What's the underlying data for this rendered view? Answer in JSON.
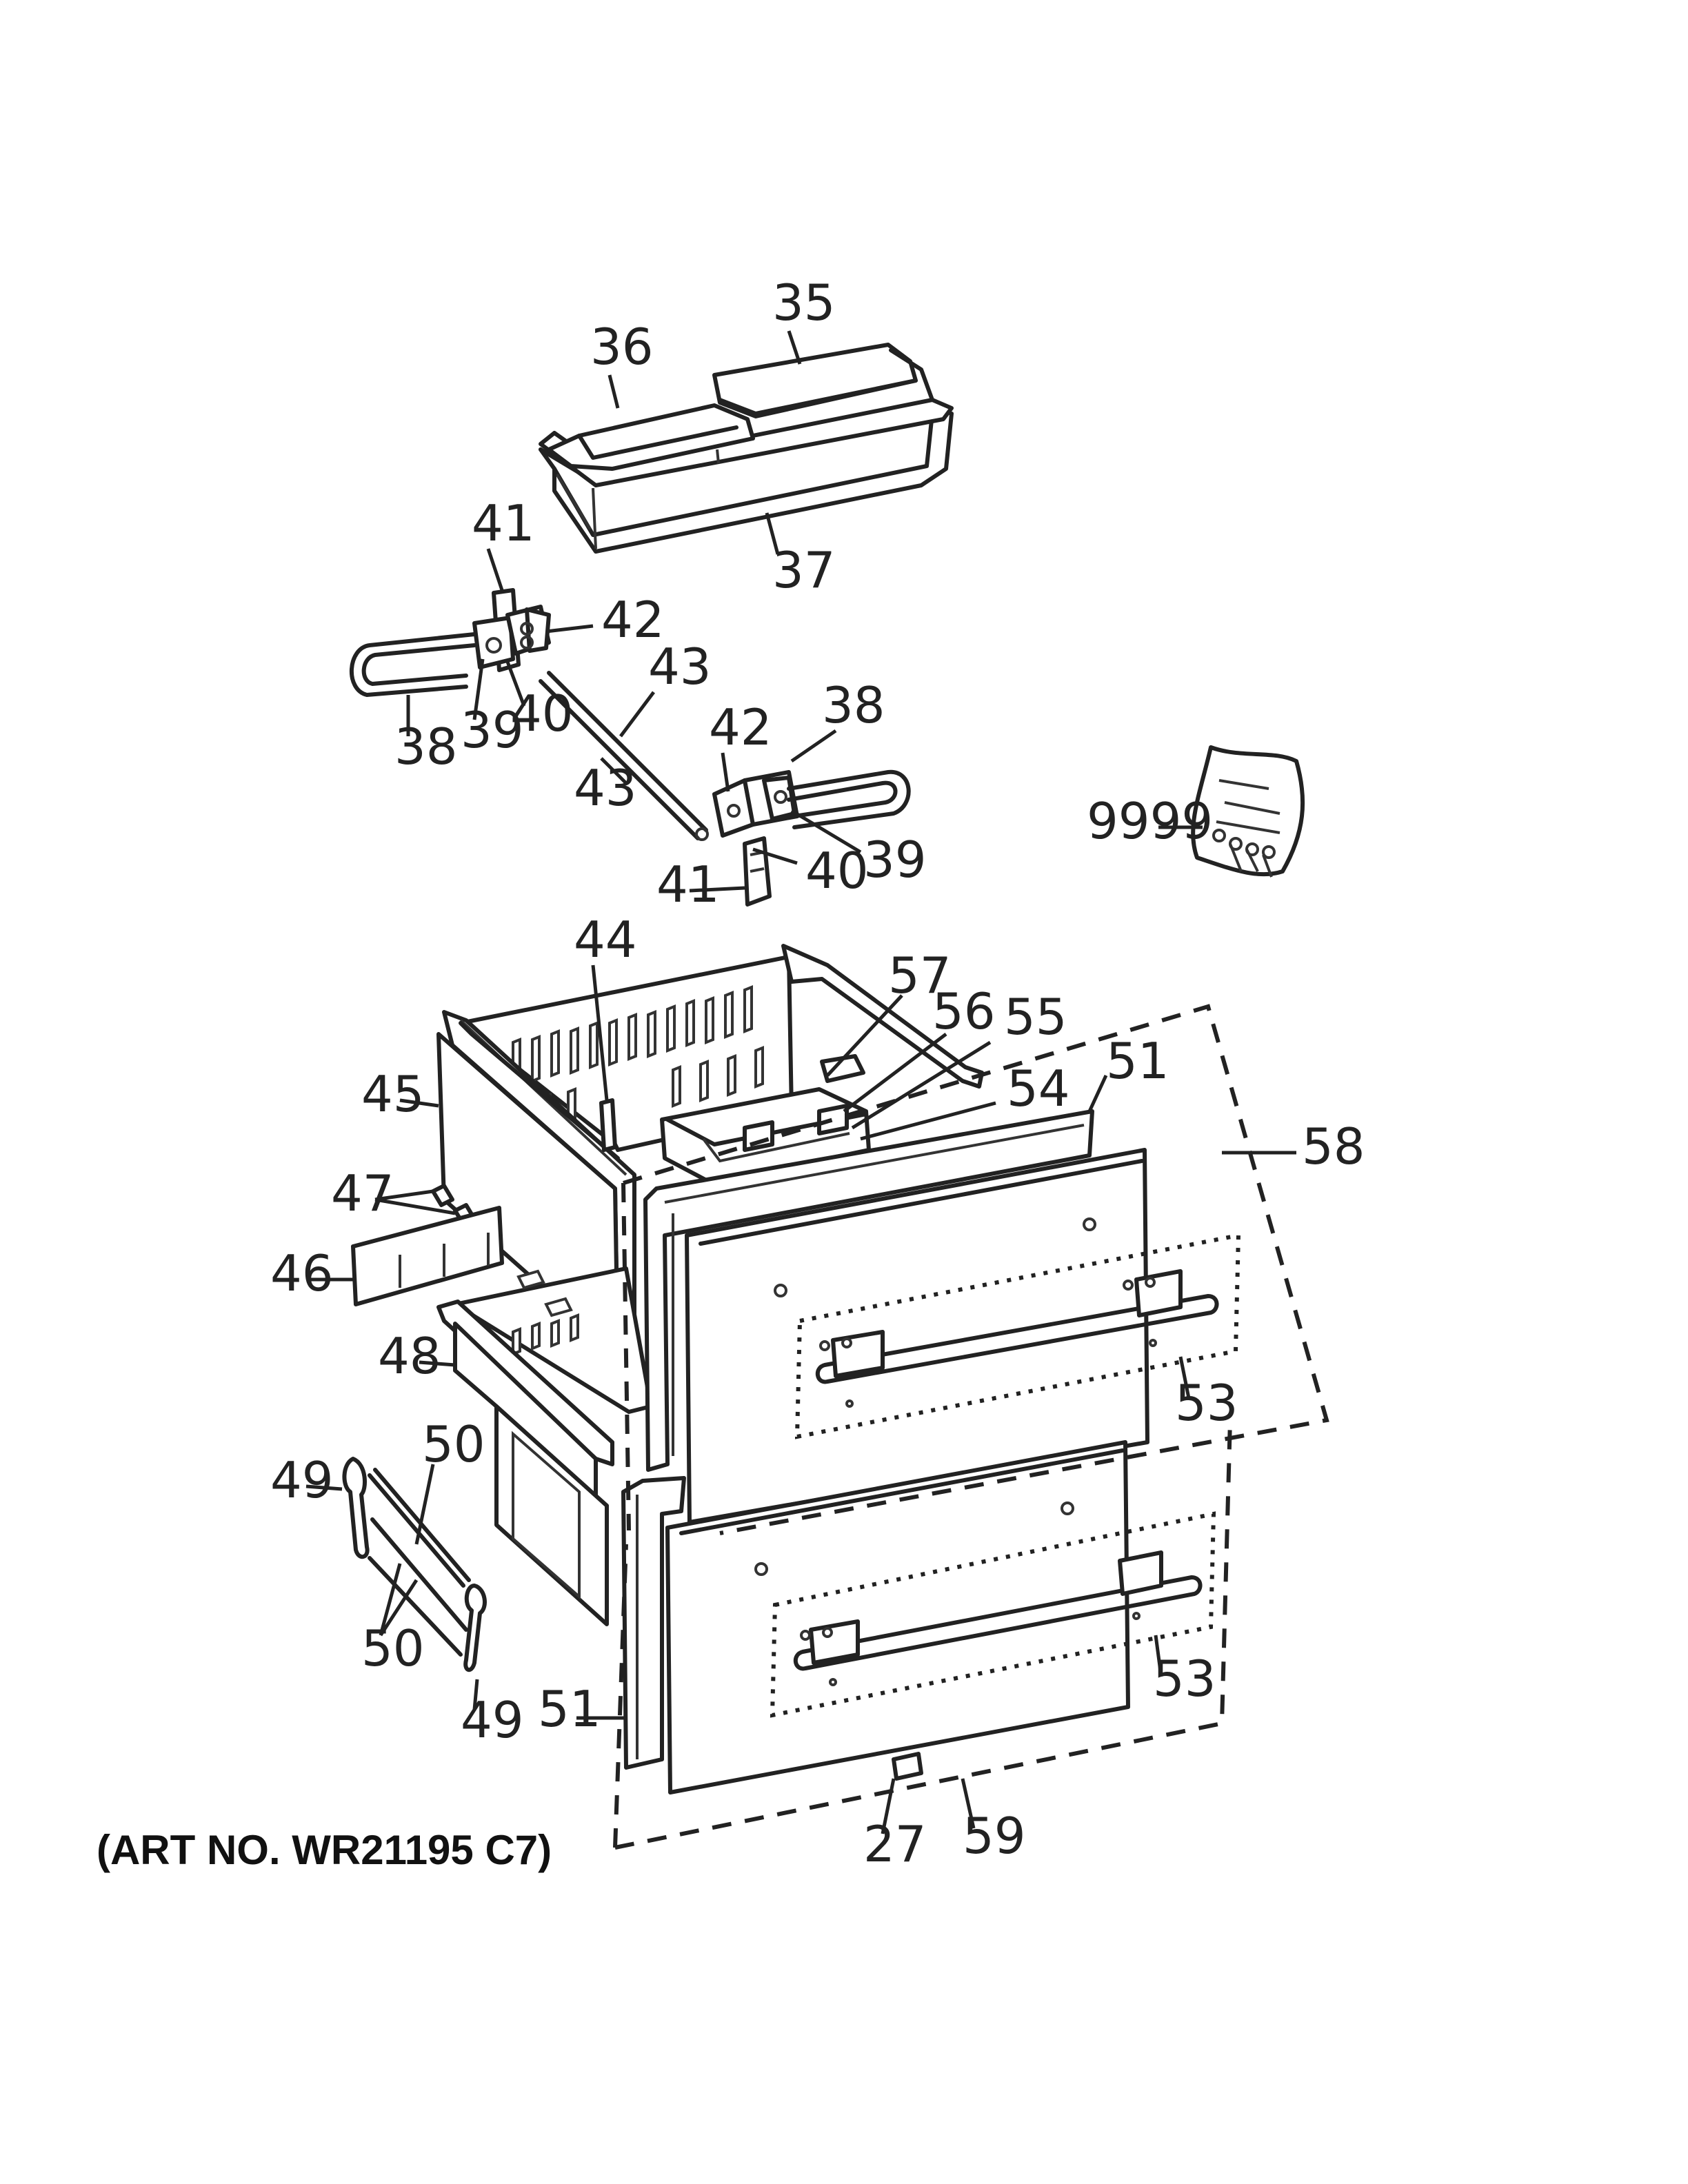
{
  "diagram": {
    "art_number": "(ART NO. WR21195 C7)",
    "callouts": {
      "c35": "35",
      "c36": "36",
      "c37": "37",
      "c41a": "41",
      "c42a": "42",
      "c43a": "43",
      "c38a": "38",
      "c39a": "39",
      "c40a": "40",
      "c43b": "43",
      "c42b": "42",
      "c38b": "38",
      "c39b": "39",
      "c40b": "40",
      "c41b": "41",
      "c9999": "9999",
      "c44": "44",
      "c57": "57",
      "c56": "56",
      "c55": "55",
      "c54": "54",
      "c51a": "51",
      "c58": "58",
      "c45": "45",
      "c47": "47",
      "c46": "46",
      "c48": "48",
      "c53a": "53",
      "c50a": "50",
      "c49a": "49",
      "c50b": "50",
      "c49b": "49",
      "c51b": "51",
      "c53b": "53",
      "c27": "27",
      "c59": "59"
    }
  }
}
